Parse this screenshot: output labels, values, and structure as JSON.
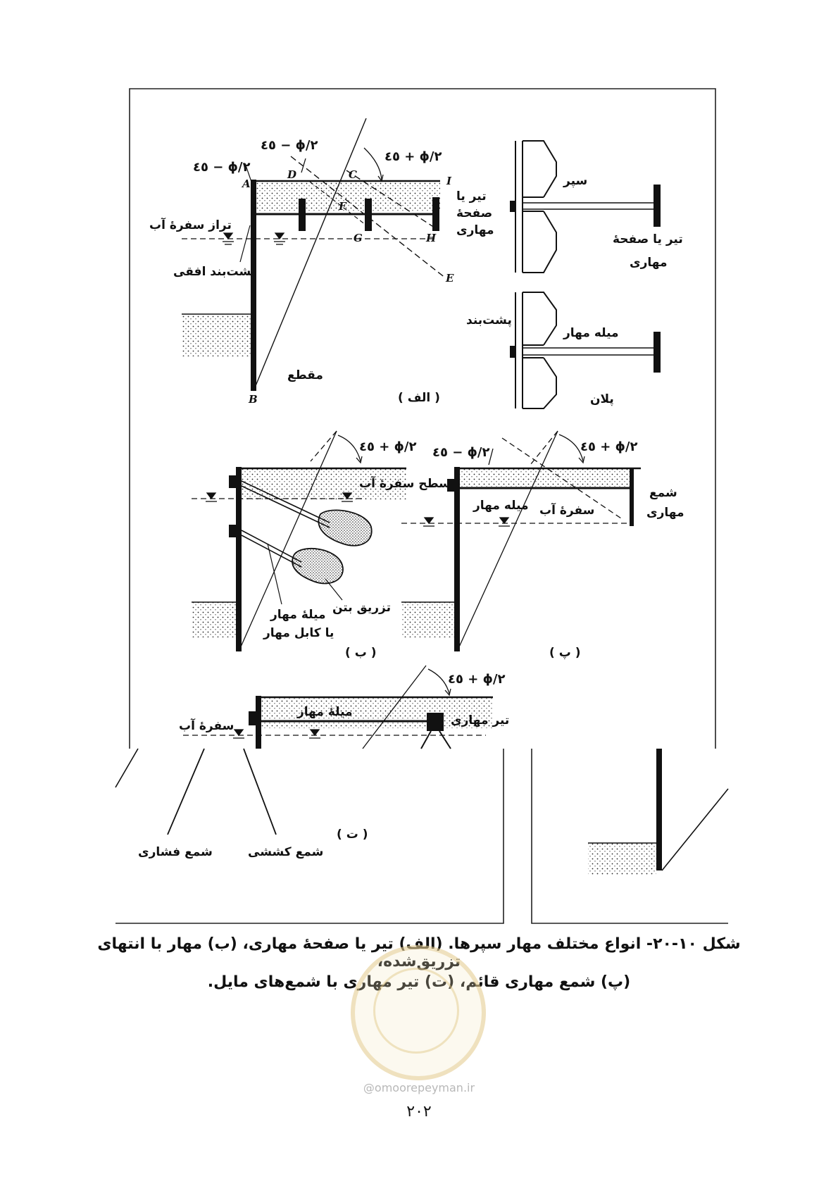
{
  "figure": {
    "panel_alef": {
      "angle_top_left": "٤٥ − ϕ/٢",
      "angle_top_mid": "٤٥ − ϕ/٢",
      "angle_top_right": "٤٥ + ϕ/٢",
      "point_A": "A",
      "point_B": "B",
      "point_C": "C",
      "point_D": "D",
      "point_E": "E",
      "point_F": "F",
      "point_G": "G",
      "point_H": "H",
      "point_I": "I",
      "water_level": "تراز سفرهٔ آب",
      "waler": "پشت‌بند افقی",
      "beam_or_plate_line1": "تیر یا",
      "beam_or_plate_line2": "صفحهٔ",
      "beam_or_plate_line3": "مهاری",
      "section": "مقطع",
      "label": "( الف )"
    },
    "panel_plan": {
      "sheet_pile": "سپر",
      "beam_or_plate_line1": "تیر یا صفحهٔ",
      "beam_or_plate_line2": "مهاری",
      "waler": "پشت‌بند",
      "tie_rod": "میله مهار",
      "plan": "پلان"
    },
    "panel_be": {
      "angle": "٤٥ + ϕ/٢",
      "water_surface": "سطح سفرهٔ آب",
      "grouting": "تزریق بتن",
      "tie_line1": "میلهٔ مهار",
      "tie_line2": "یا کابل مهار",
      "label": "( ب )"
    },
    "panel_pe": {
      "angle_left": "٤٥ − ϕ/٢",
      "angle_right": "٤٥ + ϕ/٢",
      "tie_rod": "میله مهار",
      "water_table": "سفرهٔ آب",
      "pile_line1": "شمع",
      "pile_line2": "مهاری",
      "label": "( پ )"
    },
    "panel_te": {
      "angle": "٤٥ + ϕ/٢",
      "tie_rod": "میلهٔ مهار",
      "anchor_beam": "تیر مهاری",
      "water_table": "سفرهٔ آب",
      "compression_pile": "شمع فشاری",
      "tension_pile": "شمع کششی",
      "label": "( ت )"
    }
  },
  "caption": {
    "line1": "شکل ۱۰-۲۰- انواع مختلف مهار سپرها. (الف) تیر یا صفحهٔ مهاری، (ب) مهار با انتهای تزریق‌شده،",
    "line2": "(پ) شمع مهاری قائم، (ت) تیر مهاری با شمع‌های مایل."
  },
  "watermark": {
    "site": "@omoorepeyman.ir"
  },
  "page_number": "۲۰۲"
}
